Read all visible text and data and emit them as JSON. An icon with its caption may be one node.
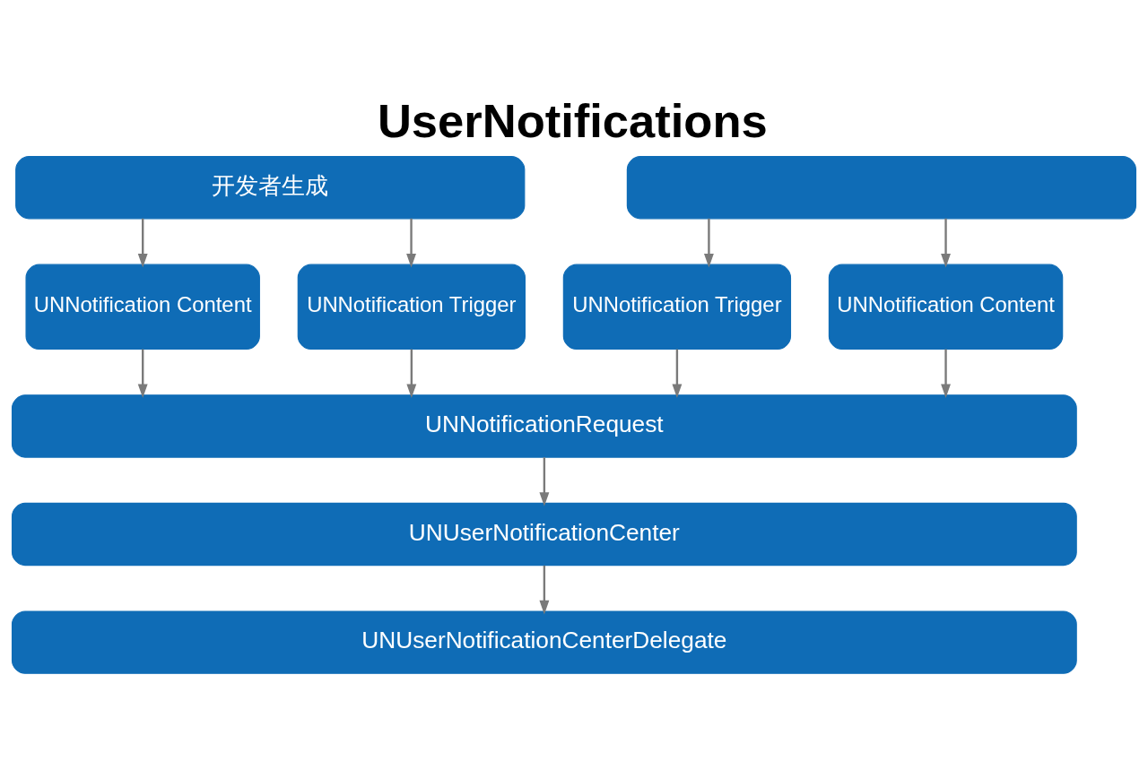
{
  "diagram": {
    "title": "UserNotifications",
    "nodes": [
      {
        "text": [
          "开发者生成"
        ]
      },
      {
        "text": [],
        "shape": "box"
      },
      {
        "text": [
          "UNNotification Content"
        ]
      },
      {
        "text": [
          "UNNotification Trigger"
        ]
      },
      {
        "text": [
          "UNNotification Trigger"
        ]
      },
      {
        "text": [
          "UNNotification Content"
        ]
      },
      {
        "text": [
          "UNNotificationRequest"
        ]
      },
      {
        "text": [
          "UNUserNotificationCenter"
        ]
      },
      {
        "text": [
          "UNUserNotificationCenterDelegate"
        ]
      }
    ],
    "edges": [
      {
        "from": 0,
        "to": 2,
        "arrow": "to"
      },
      {
        "from": 0,
        "to": 3,
        "arrow": "to"
      },
      {
        "from": 1,
        "to": 4,
        "arrow": "to"
      },
      {
        "from": 1,
        "to": 5,
        "arrow": "to"
      },
      {
        "from": 2,
        "to": 6,
        "arrow": "to"
      },
      {
        "from": 3,
        "to": 6,
        "arrow": "to"
      },
      {
        "from": 4,
        "to": 6,
        "arrow": "to"
      },
      {
        "from": 5,
        "to": 6,
        "arrow": "to"
      },
      {
        "from": 6,
        "to": 7,
        "arrow": "to"
      },
      {
        "from": 7,
        "to": 8,
        "arrow": "to"
      }
    ]
  }
}
